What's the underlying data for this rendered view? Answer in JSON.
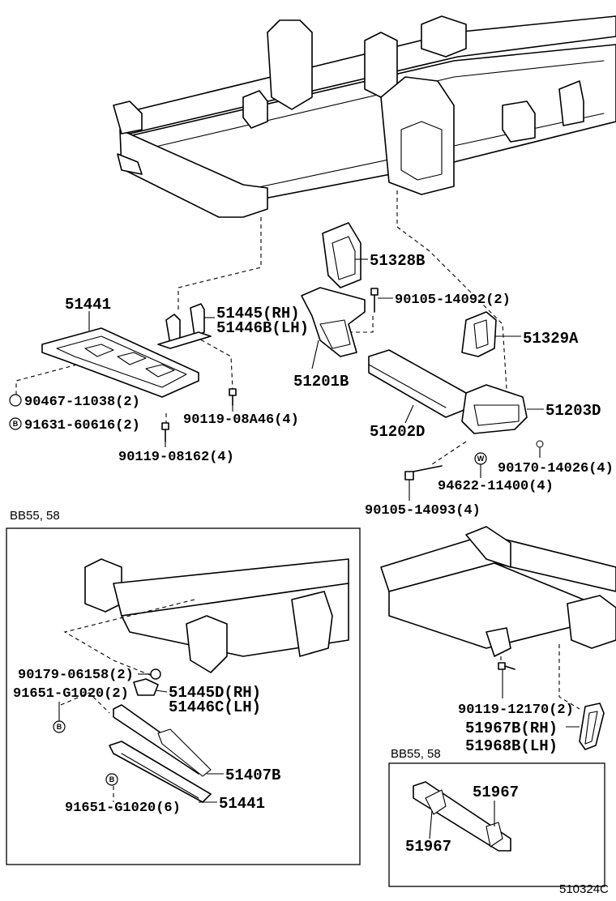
{
  "labels": {
    "p51328B": "51328B",
    "p90105_14092": "90105-14092(2)",
    "p51441_top": "51441",
    "p51445RH": "51445(RH)",
    "p51446BLH": "51446B(LH)",
    "p51329A": "51329A",
    "p51201B": "51201B",
    "p51203D": "51203D",
    "p90467": "90467-11038(2)",
    "p91631": "91631-60616(2)",
    "p90119_08A46": "90119-08A46(4)",
    "p51202D": "51202D",
    "p90119_08162": "90119-08162(4)",
    "p90170": "90170-14026(4)",
    "p94622": "94622-11400(4)",
    "p90105_14093": "90105-14093(4)",
    "p90179": "90179-06158(2)",
    "p91651_2": "91651-G1020(2)",
    "p51445D": "51445D(RH)",
    "p51446C": "51446C(LH)",
    "p51407B": "51407B",
    "p91651_6": "91651-G1020(6)",
    "p51441_bot": "51441",
    "p90119_12170": "90119-12170(2)",
    "p51967B": "51967B(RH)",
    "p51968B": "51968B(LH)",
    "p51967_a": "51967",
    "p51967_b": "51967"
  },
  "boxes": {
    "left_box_title": "BB55, 58",
    "right_box_title": "BB55, 58"
  },
  "badges": {
    "bolt_letter": "B",
    "washer_letter": "W"
  },
  "footer": {
    "diagram_code": "510324C"
  }
}
